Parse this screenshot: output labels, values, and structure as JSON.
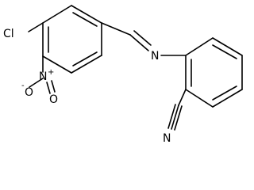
{
  "molecule": {
    "atoms": {
      "chlorine": "Cl",
      "nitro_oxygen_top": "O",
      "nitro_nitrogen": "N",
      "nitro_oxygen_bottom": "O",
      "imine_nitrogen": "N",
      "nitrile_nitrogen": "N"
    },
    "charges": {
      "nitro_n_charge": "+",
      "nitro_o_charge": "-"
    }
  }
}
